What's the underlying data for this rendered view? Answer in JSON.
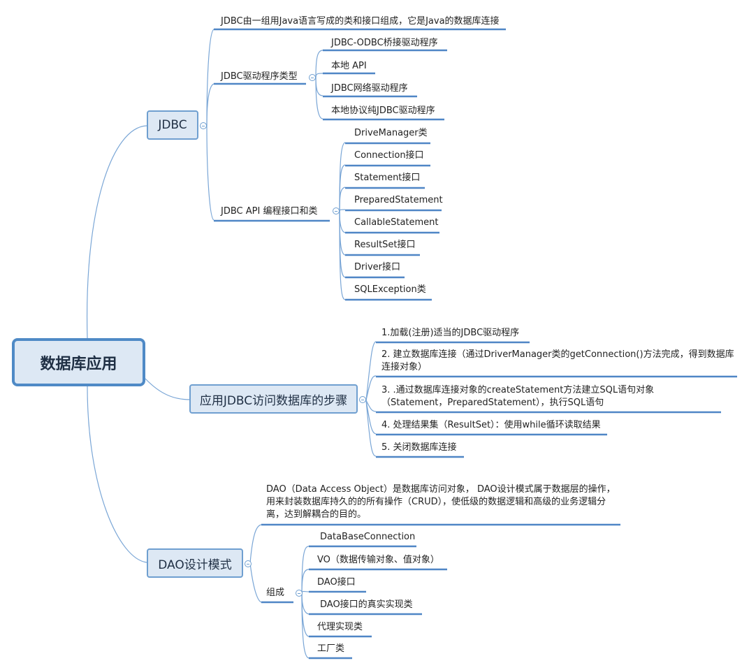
{
  "root": {
    "label": "数据库应用"
  },
  "jdbc": {
    "label": "JDBC",
    "definition": "JDBC由一组用Java语言写成的类和接口组成，它是Java的数据库连接",
    "driver_types": {
      "label": "JDBC驱动程序类型",
      "items": [
        "JDBC-ODBC桥接驱动程序",
        "本地 API",
        "JDBC网络驱动程序",
        "本地协议纯JDBC驱动程序"
      ]
    },
    "api": {
      "label": "JDBC API 编程接口和类",
      "items": [
        "DriveManager类",
        "Connection接口",
        "Statement接口",
        "PreparedStatement",
        "CallableStatement",
        "ResultSet接口",
        "Driver接口",
        "SQLException类"
      ]
    }
  },
  "steps": {
    "label": "应用JDBC访问数据库的步骤",
    "items": [
      "1.加载(注册)适当的JDBC驱动程序",
      "2. 建立数据库连接（通过DriverManager类的getConnection()方法完成，得到数据库连接对象）",
      "3. .通过数据库连接对象的createStatement方法建立SQL语句对象（Statement，PreparedStatement），执行SQL语句",
      "4. 处理结果集（ResultSet）：使用while循环读取结果",
      "5. 关闭数据库连接"
    ]
  },
  "dao": {
    "label": "DAO设计模式",
    "definition": "DAO（Data Access Object）是数据库访问对象， DAO设计模式属于数据层的操作，用来封装数据库持久的的所有操作（CRUD），使低级的数据逻辑和高级的业务逻辑分离，达到解耦合的目的。",
    "components": {
      "label": "组成",
      "items": [
        "DataBaseConnection",
        "VO（数据传输对象、值对象）",
        "DAO接口",
        "DAO接口的真实实现类",
        "代理实现类",
        "工厂类"
      ]
    }
  },
  "colors": {
    "line": "#4f86c6",
    "box_fill": "#dde8f4",
    "box_border": "#6f9fd0"
  }
}
